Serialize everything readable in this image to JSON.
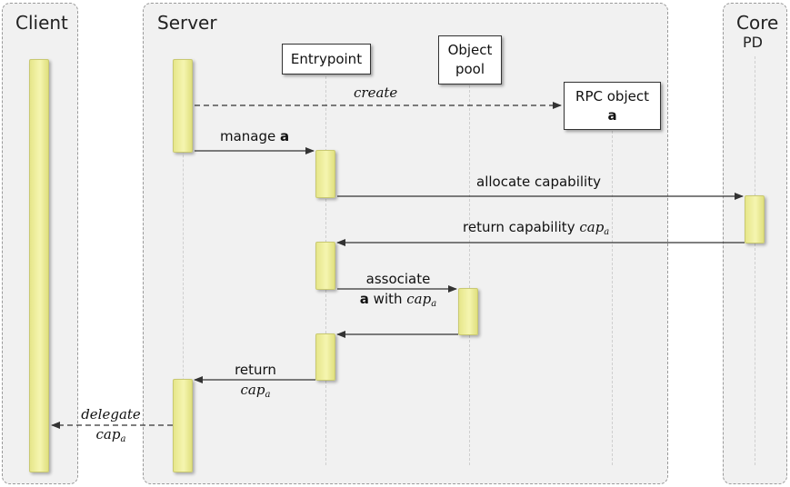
{
  "frames": {
    "client": {
      "title": "Client"
    },
    "server": {
      "title": "Server"
    },
    "core": {
      "title": "Core",
      "subtitle": "PD"
    }
  },
  "boxes": {
    "entrypoint": "Entrypoint",
    "object_pool": {
      "line1": "Object",
      "line2": "pool"
    },
    "rpc_object": {
      "line1": "RPC object",
      "line2": "a"
    }
  },
  "messages": {
    "create": "create",
    "manage": {
      "text": "manage ",
      "obj": "a"
    },
    "allocate": "allocate capability",
    "return_cap": {
      "text": "return capability ",
      "cap": "cap",
      "sub": "a"
    },
    "associate": {
      "line1": "associate",
      "obj": "a",
      "with": " with ",
      "cap": "cap",
      "sub": "a"
    },
    "return_to_server": {
      "line1": "return",
      "cap": "cap",
      "sub": "a"
    },
    "delegate": {
      "line1": "delegate",
      "cap": "cap",
      "sub": "a"
    }
  }
}
